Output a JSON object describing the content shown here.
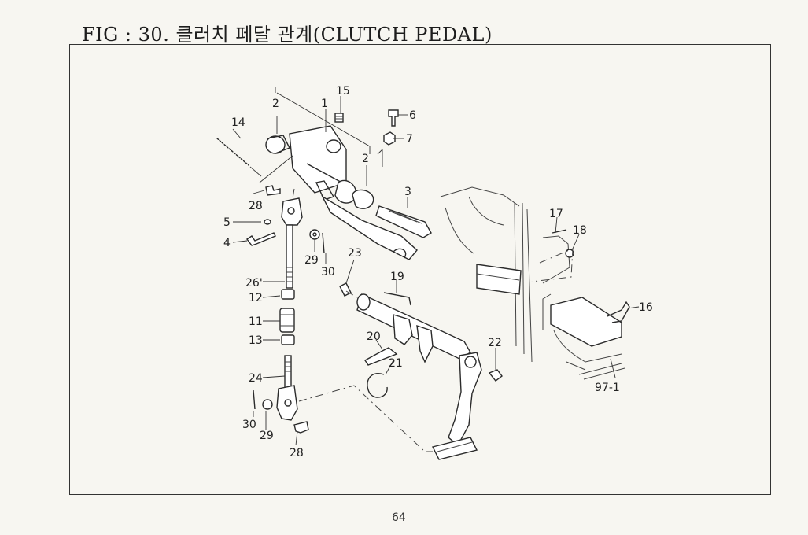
{
  "figure": {
    "title": "FIG : 30. 클러치 페달 관계(CLUTCH PEDAL)",
    "page_number": "64"
  },
  "callouts": {
    "c1": "1",
    "c2a": "2",
    "c2b": "2",
    "c3": "3",
    "c4": "4",
    "c5": "5",
    "c6": "6",
    "c7": "7",
    "c11": "11",
    "c12": "12",
    "c13": "13",
    "c14": "14",
    "c15": "15",
    "c16": "16",
    "c17": "17",
    "c18": "18",
    "c19": "19",
    "c20": "20",
    "c21": "21",
    "c22": "22",
    "c23": "23",
    "c24": "24",
    "c26": "26'",
    "c28a": "28",
    "c28b": "28",
    "c29a": "29",
    "c29b": "29",
    "c30a": "30",
    "c30b": "30",
    "c97": "97-1"
  }
}
